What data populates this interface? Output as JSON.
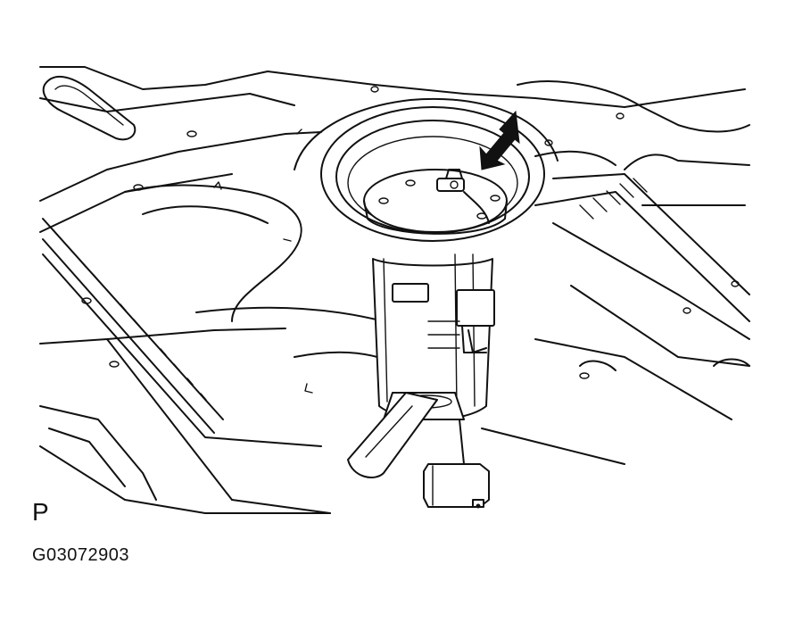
{
  "diagram": {
    "view_letter": "P",
    "figure_id": "G03072903",
    "colors": {
      "line": "#111111",
      "background": "#ffffff"
    },
    "parts": [
      "floor-panel",
      "service-hole-ring",
      "fuel-pump-assembly",
      "fuel-sender-gauge",
      "indicator-arrow"
    ]
  }
}
